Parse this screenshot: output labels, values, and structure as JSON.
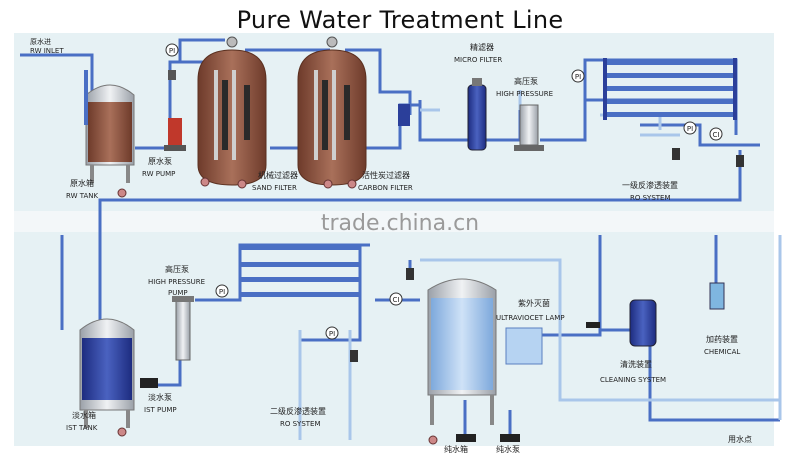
{
  "title": "Pure Water Treatment Line",
  "watermark": "trade.china.cn",
  "colors": {
    "panel": "#e8f2f5",
    "pipe": "#4a6fc4",
    "pipe_light": "#a9c6ea",
    "tank_brown": "#8a4f3a",
    "tank_blue": "#2b3f9a",
    "steel": "#c9cdd3"
  },
  "labels": {
    "raw_inlet_cn": "原水进",
    "raw_inlet_en": "RW INLET",
    "raw_tank_cn": "原水箱",
    "raw_tank_en": "RW TANK",
    "raw_pump_cn": "原水泵",
    "raw_pump_en": "RW PUMP",
    "sand_filter_cn": "机械过滤器",
    "sand_filter_en": "SAND FILTER",
    "carbon_filter_cn": "活性炭过滤器",
    "carbon_filter_en": "CARBON FILTER",
    "micro_filter_cn": "精滤器",
    "micro_filter_en": "MICRO FILTER",
    "high_pressure_cn": "高压泵",
    "high_pressure_en": "HIGH PRESSURE",
    "ro1_cn": "一级反渗透装置",
    "ro1_en": "RO SYSTEM",
    "hp_pump2_cn": "高压泵",
    "hp_pump2_en1": "HIGH PRESSURE",
    "hp_pump2_en2": "PUMP",
    "ist_tank_cn": "淡水箱",
    "ist_tank_en": "IST TANK",
    "ist_pump_cn": "淡水泵",
    "ist_pump_en": "IST PUMP",
    "ro2_cn": "二级反渗透装置",
    "ro2_en": "RO SYSTEM",
    "uv_cn": "紫外灭菌",
    "uv_en": "ULTRAVIOCET LAMP",
    "cleaning_cn": "清洗装置",
    "cleaning_en": "CLEANING SYSTEM",
    "chemical_cn": "加药装置",
    "chemical_en": "CHEMICAL",
    "pure_tank_cn": "纯水箱",
    "pure_pump_cn": "纯水泵",
    "use_point_cn": "用水点"
  },
  "gauge_tags": {
    "pi": "PI",
    "ci": "CI"
  }
}
